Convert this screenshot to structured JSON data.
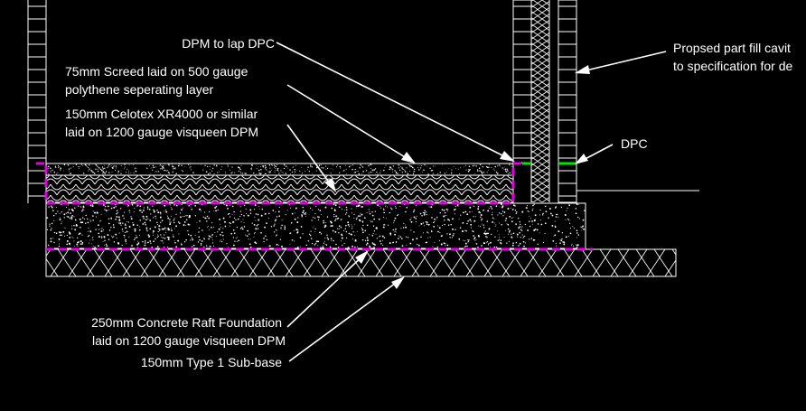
{
  "labels": {
    "dpm_lap": "DPM to lap DPC",
    "screed_line1": "75mm Screed laid on 500 gauge",
    "screed_line2": "polythene seperating layer",
    "celotex_line1": "150mm Celotex XR4000 or similar",
    "celotex_line2": "laid on 1200 gauge visqueen DPM",
    "cavity_line1": "Propsed part fill cavit",
    "cavity_line2": "to specification for de",
    "dpc": "DPC",
    "raft_line1": "250mm Concrete Raft Foundation",
    "raft_line2": "laid on 1200 gauge visqueen DPM",
    "subbase": "150mm Type 1 Sub-base"
  },
  "colors": {
    "background": "#000000",
    "linework": "#ffffff",
    "dpm": "#e600e6",
    "dpc": "#00e600"
  }
}
